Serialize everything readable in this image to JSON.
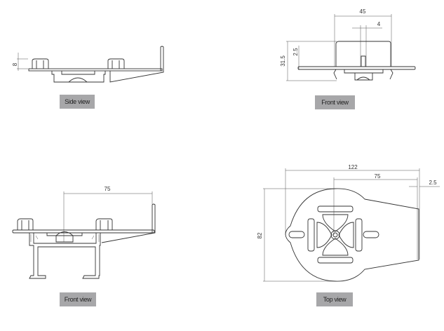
{
  "views": [
    {
      "label": "Side view",
      "dimensions": [
        "8"
      ]
    },
    {
      "label": "Front view",
      "dimensions": [
        "45",
        "4",
        "31.5",
        "2.5"
      ]
    },
    {
      "label": "Front view",
      "dimensions": [
        "75"
      ]
    },
    {
      "label": "Top view",
      "dimensions": [
        "122",
        "75",
        "2.5",
        "82"
      ]
    }
  ]
}
